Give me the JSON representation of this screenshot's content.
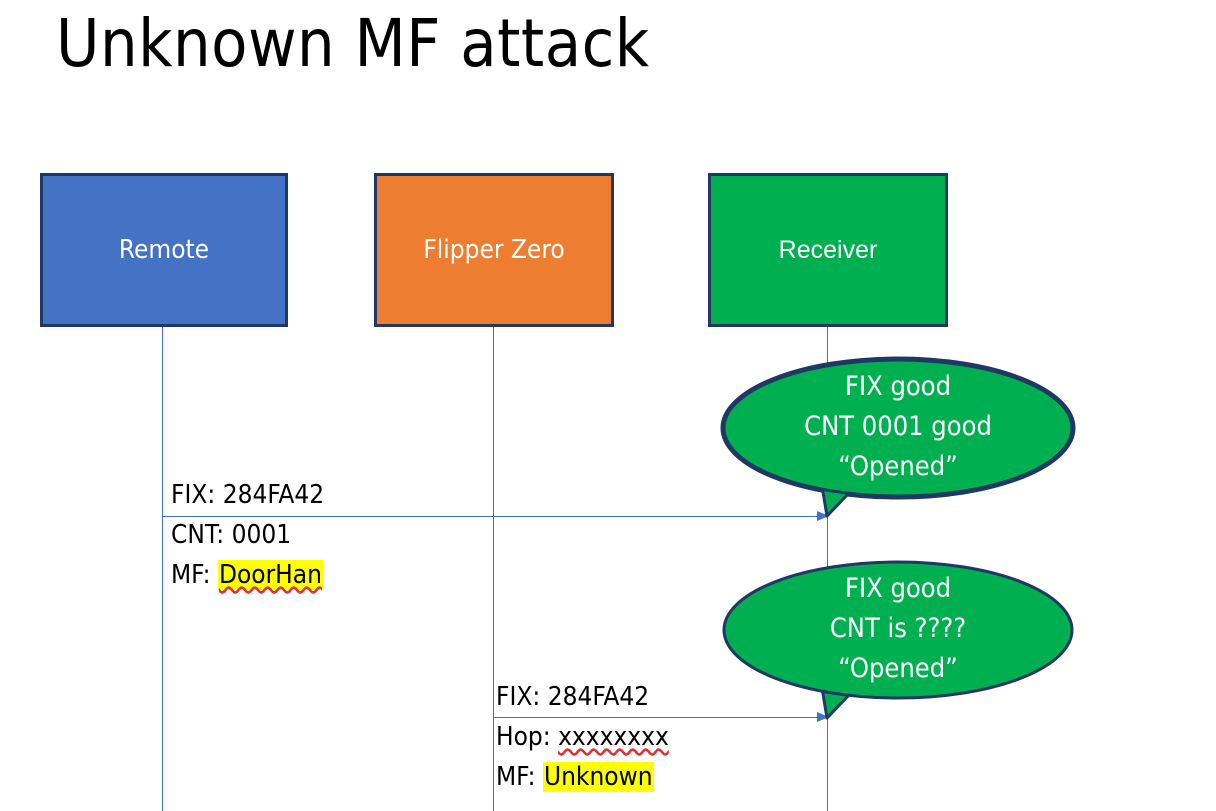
{
  "slide": {
    "title": "Unknown MF attack",
    "background": "#ffffff"
  },
  "colors": {
    "remote_fill": "#4472C4",
    "flipper_fill": "#ED7D31",
    "receiver_fill": "#00B050",
    "box_border": "#1F3864",
    "lifeline": "#4472C4",
    "arrow": "#4472C4",
    "callout_fill": "#00B050",
    "callout_border": "#1F3864",
    "highlight": "#FFFF00",
    "spellcheck_underline": "#E03030",
    "text_dark": "#000000",
    "text_light": "#FFFFFF"
  },
  "actors": [
    {
      "id": "remote",
      "label": "Remote"
    },
    {
      "id": "flipper",
      "label": "Flipper Zero"
    },
    {
      "id": "receiver",
      "label": "Receiver"
    }
  ],
  "messages": [
    {
      "id": "msg-1",
      "from": "remote",
      "to": "receiver",
      "lines": [
        {
          "prefix": "FIX: ",
          "value": "284FA42",
          "highlight": false,
          "misspelled": false
        },
        {
          "prefix": "CNT: ",
          "value": "0001",
          "highlight": false,
          "misspelled": false
        },
        {
          "prefix": "MF: ",
          "value": "DoorHan",
          "highlight": true,
          "misspelled": true
        }
      ]
    },
    {
      "id": "msg-2",
      "from": "flipper",
      "to": "receiver",
      "lines": [
        {
          "prefix": "FIX: ",
          "value": "284FA42",
          "highlight": false,
          "misspelled": false
        },
        {
          "prefix": "Hop: ",
          "value": "xxxxxxxx",
          "highlight": false,
          "misspelled": true
        },
        {
          "prefix": "MF: ",
          "value": "Unknown",
          "highlight": true,
          "misspelled": false
        }
      ]
    }
  ],
  "callouts": [
    {
      "id": "callout-1",
      "owner": "receiver",
      "lines": [
        "FIX good",
        "CNT 0001 good",
        "“Opened”"
      ]
    },
    {
      "id": "callout-2",
      "owner": "receiver",
      "lines": [
        "FIX good",
        "CNT is ????",
        "“Opened”"
      ]
    }
  ]
}
